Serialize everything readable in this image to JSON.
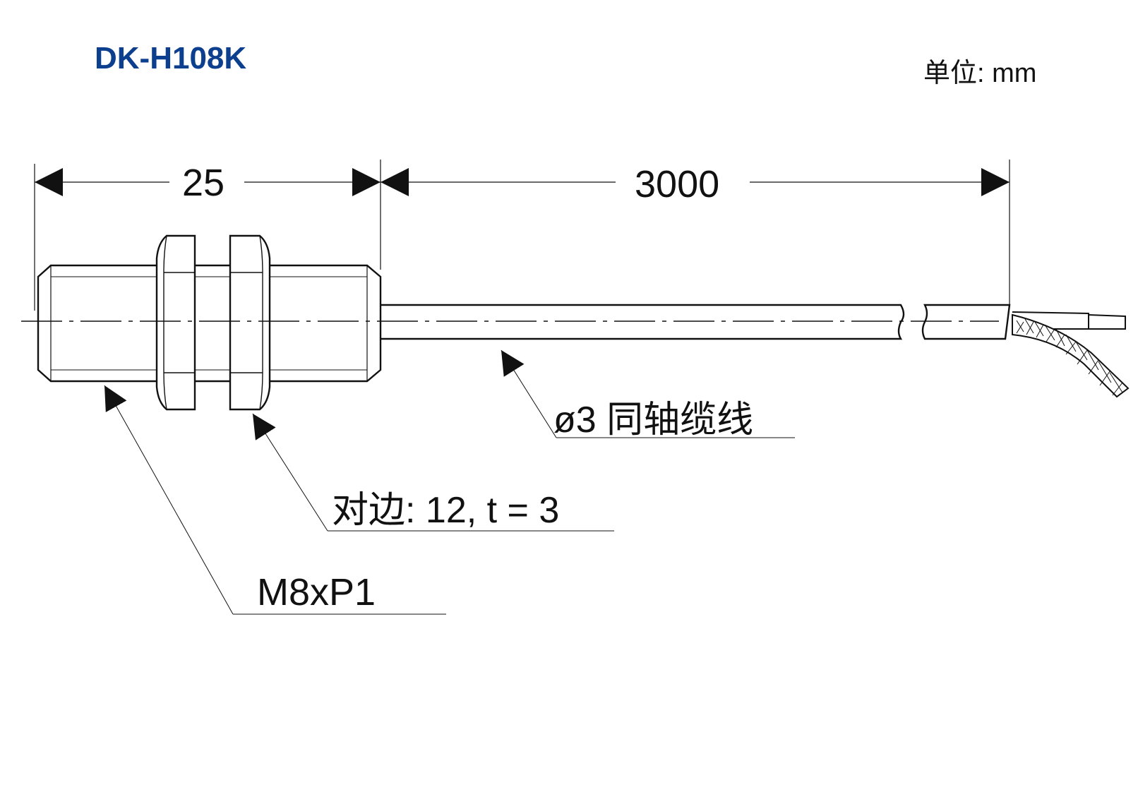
{
  "header": {
    "model": "DK-H108K",
    "unit": "单位: mm"
  },
  "dimensions": {
    "body_length": "25",
    "cable_length": "3000"
  },
  "callouts": {
    "cable": "ø3 同轴缆线",
    "nut": "对边: 12, t = 3",
    "thread": "M8xP1"
  },
  "colors": {
    "title": "#0d3f8f",
    "line": "#111111"
  }
}
